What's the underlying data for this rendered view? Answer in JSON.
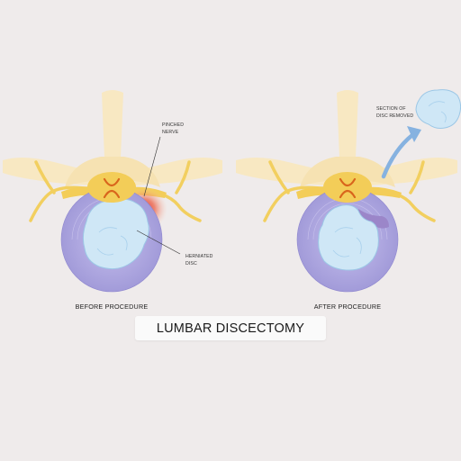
{
  "title": "LUMBAR DISCECTOMY",
  "before": {
    "caption": "BEFORE PROCEDURE",
    "labels": {
      "pinched_nerve_line1": "PINCHED",
      "pinched_nerve_line2": "NERVE",
      "herniated_disc_line1": "HERNIATED",
      "herniated_disc_line2": "DISC"
    }
  },
  "after": {
    "caption": "AFTER PROCEDURE",
    "labels": {
      "section_line1": "SECTION OF",
      "section_line2": "DISC REMOVED"
    }
  },
  "colors": {
    "background": "#efebeb",
    "bone": "#f8e8c2",
    "spinal_cord": "#f3cd58",
    "nerve": "#f2cf5f",
    "disc_ring": "#aba4dc",
    "nucleus": "#cfe7f6",
    "inflammation": "#e2342d",
    "removed_gap": "#9b86c9",
    "arrow": "#86b2e0"
  }
}
